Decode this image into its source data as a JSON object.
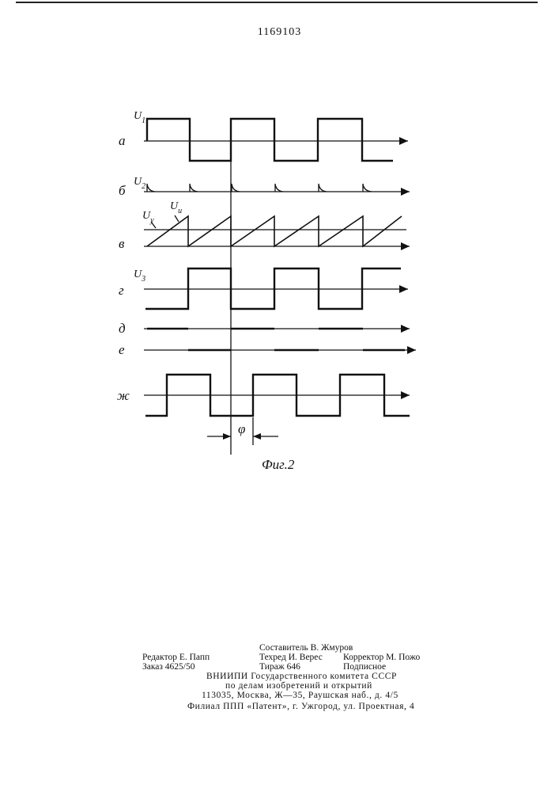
{
  "header": {
    "patent_number": "1169103"
  },
  "figure": {
    "caption": "Фиг.2",
    "row_labels": {
      "a": "а",
      "b": "б",
      "v": "в",
      "g": "г",
      "d": "д",
      "e": "е",
      "zh": "ж"
    },
    "signals": {
      "u1": {
        "base": "U",
        "sub": "1"
      },
      "u2": {
        "base": "U",
        "sub": "2"
      },
      "uy": {
        "base": "U",
        "sub": "y"
      },
      "ui": {
        "base": "U",
        "sub": "и"
      },
      "u3": {
        "base": "U",
        "sub": "3"
      }
    },
    "phase_label": "φ"
  },
  "colophon": {
    "compiler": "Составитель В. Жмуров",
    "editor": "Редактор Е. Папп",
    "techred": "Техред И. Верес",
    "corrector": "Корректор М. Пожо",
    "order": "Заказ 4625/50",
    "circulation": "Тираж 646",
    "subscription": "Подписное",
    "org_line1": "ВНИИПИ Государственного комитета СССР",
    "org_line2": "по делам изобретений и открытий",
    "address": "113035, Москва, Ж—35, Раушская наб., д. 4/5",
    "branch": "Филиал ППП «Патент», г. Ужгород, ул. Проектная, 4"
  }
}
